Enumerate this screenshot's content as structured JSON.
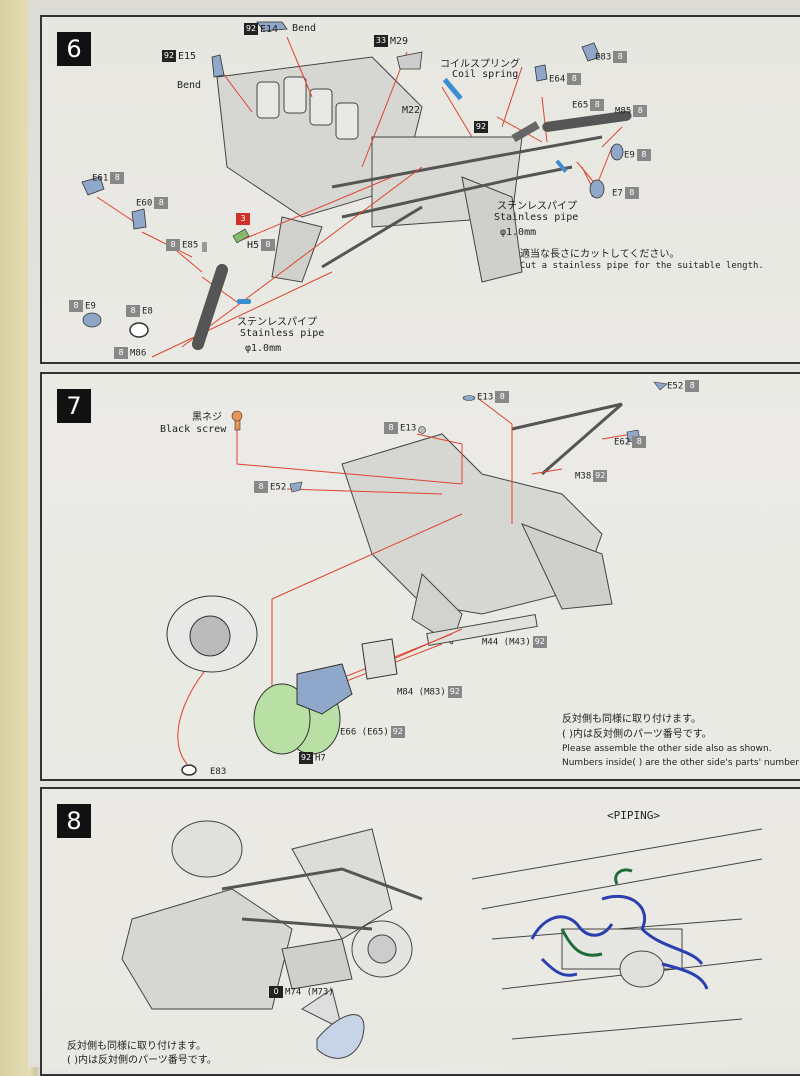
{
  "steps": {
    "s6": {
      "number": "6",
      "parts": {
        "e14": {
          "badge": "92",
          "code": "E14"
        },
        "bend_top": "Bend",
        "e15": {
          "badge": "92",
          "code": "E15"
        },
        "bend_left": "Bend",
        "m29": {
          "badge": "33",
          "code": "M29"
        },
        "coil_jp": "コイルスプリング",
        "coil_en": "Coil spring",
        "e83": {
          "code": "E83",
          "badge": "8"
        },
        "e64": {
          "code": "E64",
          "badge": "8"
        },
        "e65": {
          "code": "E65",
          "badge": "8"
        },
        "m85": {
          "code": "M85",
          "badge": "8"
        },
        "m22": "M22",
        "badge92": "92",
        "e9r": {
          "code": "E9",
          "badge": "8"
        },
        "e7": {
          "code": "E7",
          "badge": "8"
        },
        "e61": {
          "code": "E61",
          "badge": "8"
        },
        "e60": {
          "code": "E60",
          "badge": "8"
        },
        "e85": {
          "badge": "8",
          "code": "E85"
        },
        "h5": {
          "badge": "3",
          "code": "H5",
          "badge2": "8"
        },
        "e9l": {
          "badge": "8",
          "code": "E9"
        },
        "e8": {
          "badge": "8",
          "code": "E8"
        },
        "m86": {
          "badge": "8",
          "code": "M86"
        }
      },
      "pipe_right_jp": "ステンレスパイプ",
      "pipe_right_en": "Stainless pipe",
      "pipe_right_dia": "φ1.0mm",
      "pipe_left_jp": "ステンレスパイプ",
      "pipe_left_en": "Stainless pipe",
      "pipe_left_dia": "φ1.0mm",
      "cut_jp": "適当な長さにカットしてください。",
      "cut_en": "Cut a stainless pipe for the suitable length."
    },
    "s7": {
      "number": "7",
      "black_screw_jp": "黒ネジ",
      "black_screw_en": "Black screw",
      "parts": {
        "e13a": {
          "code": "E13",
          "badge": "8"
        },
        "e52r": {
          "code": "E52",
          "badge": "8"
        },
        "e13b": {
          "badge": "8",
          "code": "E13"
        },
        "e62": {
          "code": "E62",
          "badge": "8"
        },
        "e52l": {
          "badge": "8",
          "code": "E52"
        },
        "m38": {
          "code": "M38",
          "badge": "92"
        },
        "m44": {
          "code": "M44 (M43)",
          "badge": "92"
        },
        "m84": {
          "code": "M84 (M83)",
          "badge": "92"
        },
        "e66": {
          "code": "E66 (E65)",
          "badge": "92"
        },
        "h7": {
          "badge": "92",
          "code": "H7"
        },
        "e83": {
          "code": "E83"
        }
      },
      "note_jp1": "反対側も同様に取り付けます。",
      "note_jp2": "( )内は反対側のパーツ番号です。",
      "note_en1": "Please assemble the other side also as shown.",
      "note_en2": "Numbers inside( ) are the other side's parts' number"
    },
    "s8": {
      "number": "8",
      "piping": "<PIPING>",
      "m74": {
        "badge": "0",
        "code": "M74 (M73)"
      },
      "note_jp1": "反対側も同様に取り付けます。",
      "note_jp2": "( )内は反対側のパーツ番号です。"
    }
  },
  "colors": {
    "leader": "#e0442e",
    "green_part": "#b9e0a4",
    "blue_part": "#8fa7c9",
    "piping_blue": "#2a3fb0",
    "piping_green": "#1f6b3a"
  }
}
